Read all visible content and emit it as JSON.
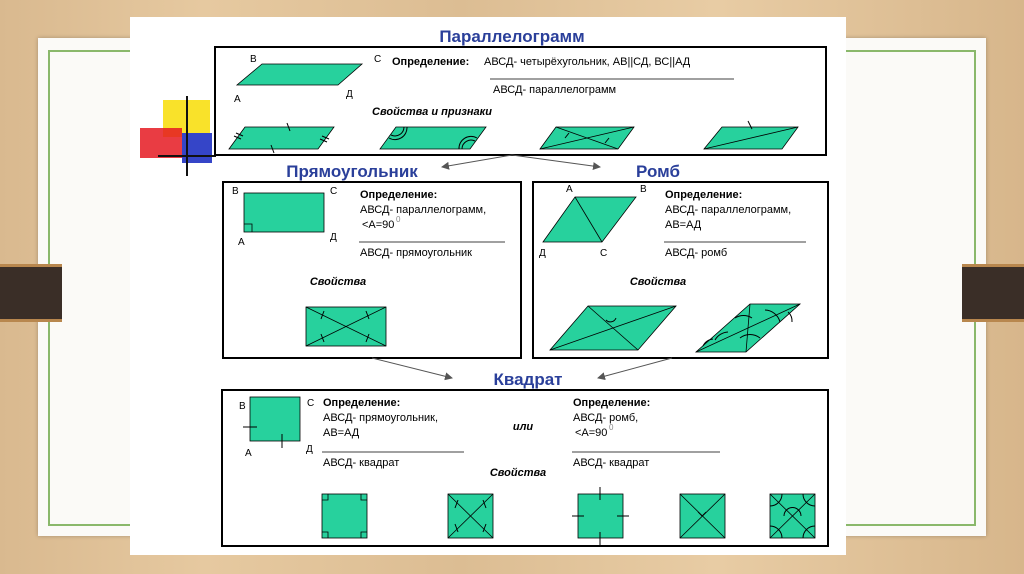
{
  "titles": {
    "parallelogram": "Параллелограмм",
    "rectangle": "Прямоугольник",
    "rhombus": "Ромб",
    "square": "Квадрат"
  },
  "parallelogram": {
    "def_label": "Определение:",
    "def_text": "АВСД- четырёхугольник, АВ||СД, ВС||АД",
    "def_result": "АВСД- параллелограмм",
    "props_label": "Свойства и признаки",
    "vertices": [
      "В",
      "С",
      "А",
      "Д"
    ]
  },
  "rectangle": {
    "def_label": "Определение:",
    "def_line1": "АВСД- параллелограмм,",
    "def_line2": "<А=90",
    "def_result": "АВСД- прямоугольник",
    "props_label": "Свойства",
    "vertices": [
      "В",
      "С",
      "А",
      "Д"
    ]
  },
  "rhombus": {
    "def_label": "Определение:",
    "def_line1": "АВСД- параллелограмм,",
    "def_line2": "АВ=АД",
    "def_result": "АВСД- ромб",
    "props_label": "Свойства",
    "vertices": [
      "А",
      "В",
      "Д",
      "С"
    ]
  },
  "square": {
    "def1_label": "Определение:",
    "def1_line1": "АВСД- прямоугольник,",
    "def1_line2": "АВ=АД",
    "def1_result": "АВСД- квадрат",
    "or_label": "или",
    "def2_label": "Определение:",
    "def2_line1": "АВСД- ромб,",
    "def2_line2": "<А=90",
    "def2_result": "АВСД- квадрат",
    "props_label": "Свойства",
    "vertices": [
      "В",
      "С",
      "А",
      "Д"
    ]
  },
  "degree_mark": "0",
  "colors": {
    "shape_fill": "#27d19d",
    "title_blue": "#2a3f9a",
    "frame_green": "#8ab86b",
    "wood": "#dcbd93"
  }
}
